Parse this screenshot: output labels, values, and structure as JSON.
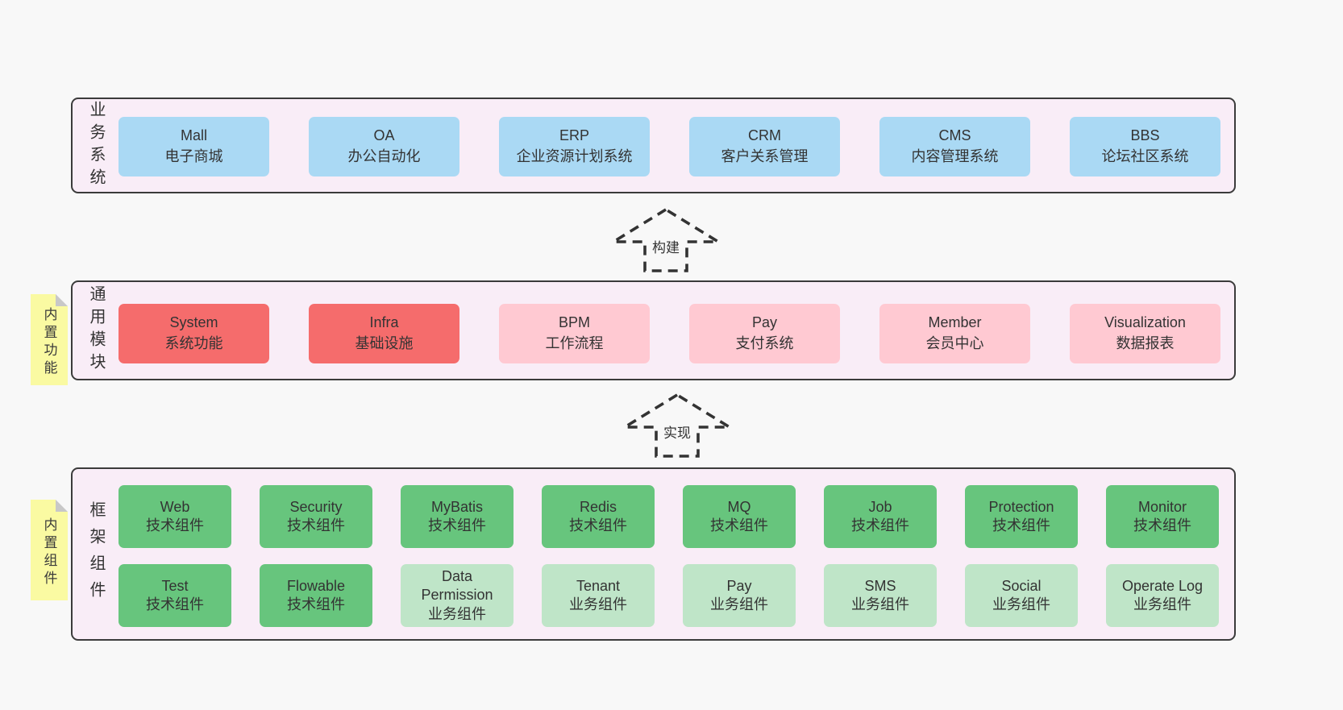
{
  "colors": {
    "page_bg": "#f8f8f8",
    "container_bg": "#f9edf7",
    "container_border": "#3b3b3b",
    "blue_box": "#aad9f4",
    "red_box": "#f56c6c",
    "pink_box": "#ffc9d2",
    "green_box": "#67c57d",
    "light_green_box": "#bfe5c8",
    "note_bg": "#fafaa2",
    "note_fold": "#c8c8c8",
    "text": "#333333"
  },
  "layers": [
    {
      "label": "业务系统",
      "boxes": [
        {
          "name": "Mall",
          "subtitle": "电子商城"
        },
        {
          "name": "OA",
          "subtitle": "办公自动化"
        },
        {
          "name": "ERP",
          "subtitle": "企业资源计划系统"
        },
        {
          "name": "CRM",
          "subtitle": "客户关系管理"
        },
        {
          "name": "CMS",
          "subtitle": "内容管理系统"
        },
        {
          "name": "BBS",
          "subtitle": "论坛社区系统"
        }
      ]
    },
    {
      "label": "通用模块",
      "note": "内置功能",
      "boxes": [
        {
          "name": "System",
          "subtitle": "系统功能"
        },
        {
          "name": "Infra",
          "subtitle": "基础设施"
        },
        {
          "name": "BPM",
          "subtitle": "工作流程"
        },
        {
          "name": "Pay",
          "subtitle": "支付系统"
        },
        {
          "name": "Member",
          "subtitle": "会员中心"
        },
        {
          "name": "Visualization",
          "subtitle": "数据报表"
        }
      ]
    },
    {
      "label": "框架组件",
      "note": "内置组件",
      "rows": [
        [
          {
            "name": "Web",
            "subtitle": "技术组件"
          },
          {
            "name": "Security",
            "subtitle": "技术组件"
          },
          {
            "name": "MyBatis",
            "subtitle": "技术组件"
          },
          {
            "name": "Redis",
            "subtitle": "技术组件"
          },
          {
            "name": "MQ",
            "subtitle": "技术组件"
          },
          {
            "name": "Job",
            "subtitle": "技术组件"
          },
          {
            "name": "Protection",
            "subtitle": "技术组件"
          },
          {
            "name": "Monitor",
            "subtitle": "技术组件"
          }
        ],
        [
          {
            "name": "Test",
            "subtitle": "技术组件"
          },
          {
            "name": "Flowable",
            "subtitle": "技术组件"
          },
          {
            "name": "Data Permission",
            "subtitle": "业务组件"
          },
          {
            "name": "Tenant",
            "subtitle": "业务组件"
          },
          {
            "name": "Pay",
            "subtitle": "业务组件"
          },
          {
            "name": "SMS",
            "subtitle": "业务组件"
          },
          {
            "name": "Social",
            "subtitle": "业务组件"
          },
          {
            "name": "Operate Log",
            "subtitle": "业务组件"
          }
        ]
      ]
    }
  ],
  "arrows": [
    {
      "label": "构建"
    },
    {
      "label": "实现"
    }
  ]
}
